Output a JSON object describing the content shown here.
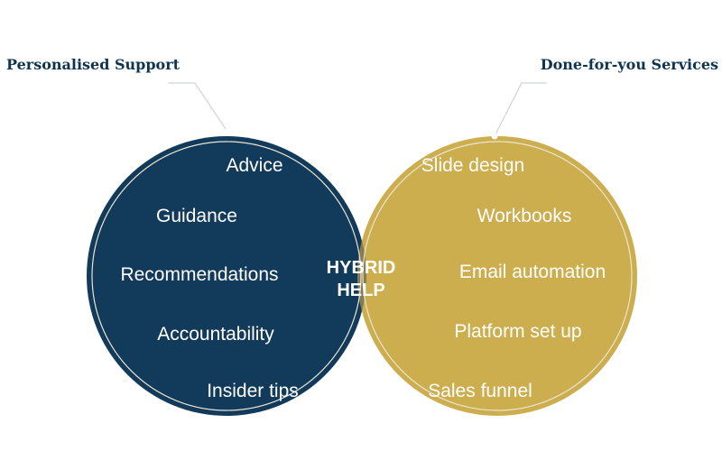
{
  "diagram": {
    "type": "venn",
    "colors": {
      "left_circle": "#123a5a",
      "right_circle": "#cdae4f",
      "overlap": "#867c52",
      "ring": "#e9e4d2",
      "callout_text": "#0f3450",
      "leader_line": "#cfd3d6"
    },
    "left": {
      "label": "Personalised Support",
      "items": [
        "Advice",
        "Guidance",
        "Recommendations",
        "Accountability",
        "Insider tips"
      ]
    },
    "right": {
      "label": "Done-for-you Services",
      "items": [
        "Slide design",
        "Workbooks",
        "Email automation",
        "Platform set up",
        "Sales funnel"
      ]
    },
    "overlap": {
      "lines": [
        "HYBRID",
        "HELP"
      ]
    }
  }
}
